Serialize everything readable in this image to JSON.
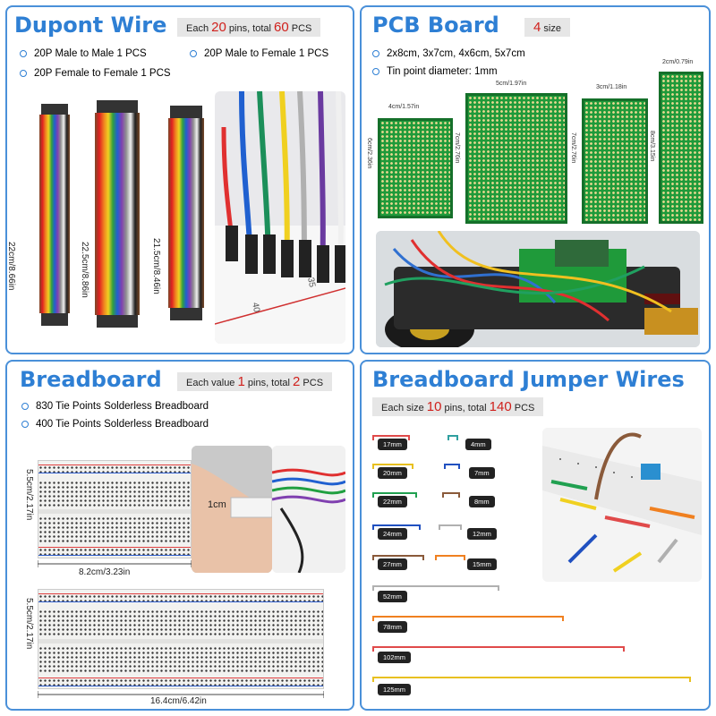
{
  "dupont": {
    "title": "Dupont Wire",
    "badge": {
      "pre": "Each ",
      "pins": "20",
      "mid": " pins, total ",
      "total": "60",
      "post": " PCS"
    },
    "bullets": [
      "20P Male to Male 1 PCS",
      "20P Male to Female 1 PCS",
      "20P Female to Female 1 PCS"
    ],
    "lengths": [
      "22cm/8.66in",
      "22.5cm/8.86in",
      "21.5cm/8.46in"
    ],
    "photo_marks": [
      "40",
      "35"
    ]
  },
  "pcb": {
    "title": "PCB Board",
    "badge_num": "4",
    "badge_text": " size",
    "bullets": [
      "2x8cm, 3x7cm, 4x6cm, 5x7cm",
      "Tin point diameter: 1mm"
    ],
    "boards": [
      {
        "w": "4cm/1.57in",
        "h": "6cm/2.36in"
      },
      {
        "w": "5cm/1.97in",
        "h": "7cm/2.76in"
      },
      {
        "w": "3cm/1.18in",
        "h": "7cm/2.76in"
      },
      {
        "w": "2cm/0.79in",
        "h": "8cm/3.15in"
      }
    ]
  },
  "breadboard": {
    "title": "Breadboard",
    "badge": {
      "pre": "Each value ",
      "pins": "1",
      "mid": " pins, total ",
      "total": "2",
      "post": " PCS"
    },
    "bullets": [
      "830 Tie Points Solderless Breadboard",
      "400 Tie Points Solderless Breadboard"
    ],
    "small_h": "5.5cm/2.17in",
    "small_w": "8.2cm/3.23in",
    "big_h": "5.5cm/2.17in",
    "big_w": "16.4cm/6.42in",
    "photo_label": "1cm"
  },
  "jumpers": {
    "title": "Breadboard Jumper Wires",
    "badge": {
      "pre": "Each size ",
      "pins": "10",
      "mid": " pins, total ",
      "total": "140",
      "post": " PCS"
    },
    "labels": [
      "17mm",
      "4mm",
      "20mm",
      "7mm",
      "22mm",
      "8mm",
      "24mm",
      "12mm",
      "27mm",
      "15mm",
      "52mm",
      "78mm",
      "102mm",
      "125mm"
    ]
  },
  "colors": {
    "accent": "#2e7fd4",
    "highlight": "#d0201c",
    "pcb_green": "#1f9a3a"
  }
}
